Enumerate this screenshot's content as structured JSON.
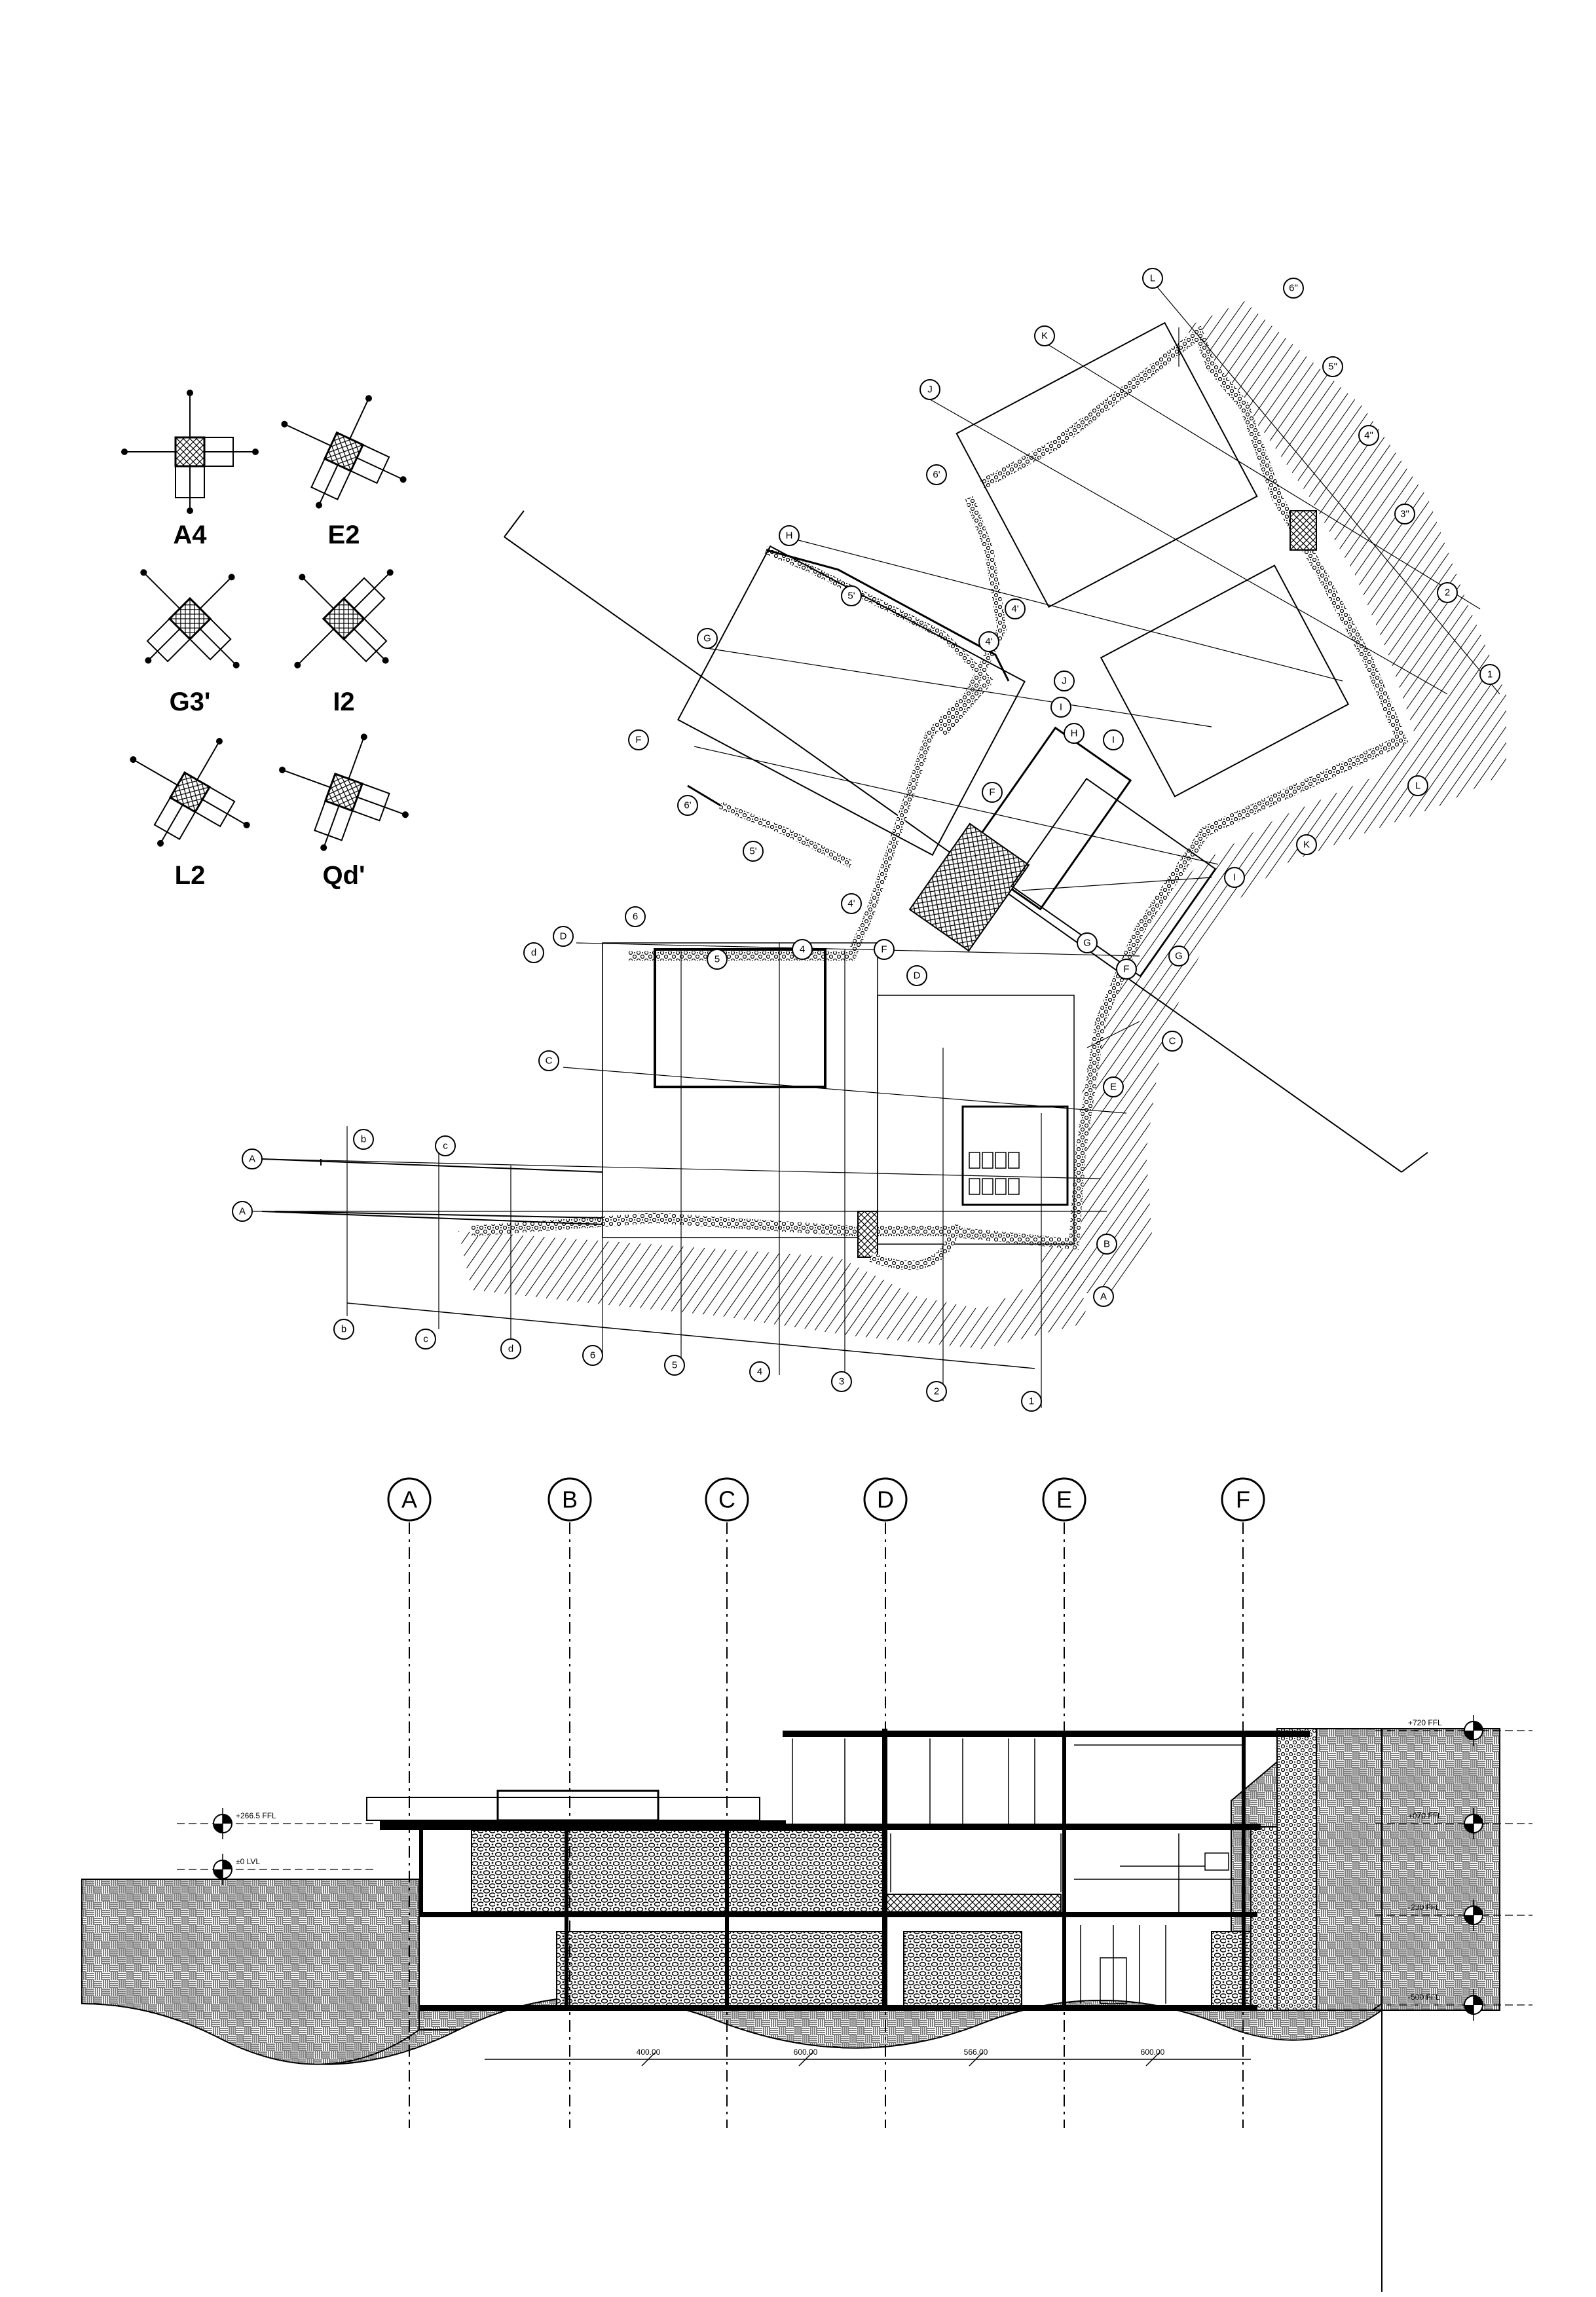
{
  "column_keys": [
    "A4",
    "E2",
    "G3'",
    "I2",
    "L2",
    "Qd'"
  ],
  "section_grid": [
    "A",
    "B",
    "C",
    "D",
    "E",
    "F"
  ],
  "section_levels": [
    "+720 FFL",
    "+070 FFL",
    "-230 FFL",
    "-500 FFL"
  ],
  "section_left_levels": [
    "+266.5 FFL",
    "±0 LVL"
  ],
  "section_dims": [
    "400.00",
    "600.00",
    "566.00",
    "600.00"
  ],
  "plan_grid_letters": [
    "A",
    "B",
    "C",
    "D",
    "E",
    "F",
    "G",
    "H",
    "I",
    "J",
    "K",
    "L"
  ],
  "plan_grid_lower": [
    "b",
    "c",
    "d"
  ],
  "plan_grid_numbers": [
    "1",
    "2",
    "3",
    "4",
    "5",
    "6"
  ],
  "plan_grid_primed": [
    "4'",
    "5'",
    "6'",
    "4''",
    "5''",
    "6''",
    "3''"
  ]
}
